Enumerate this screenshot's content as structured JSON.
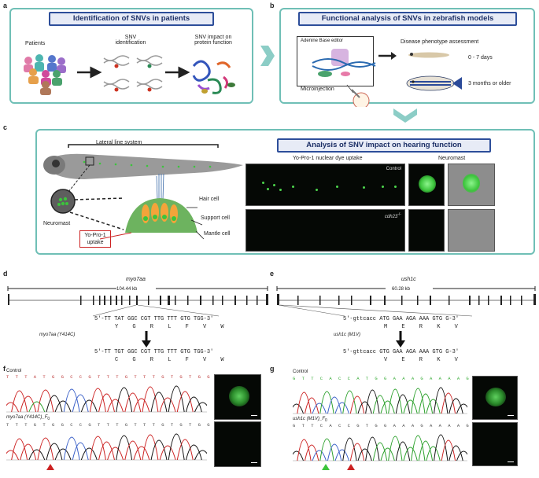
{
  "labels": {
    "a": "a",
    "b": "b",
    "c": "c",
    "d": "d",
    "e": "e",
    "f": "f",
    "g": "g"
  },
  "panel_a": {
    "title": "Identification of SNVs in patients",
    "patients": "Patients",
    "snv_id": "SNV\nidentification",
    "snv_impact": "SNV impact on\nprotein function"
  },
  "panel_b": {
    "title": "Functional analysis of SNVs in zebrafish models",
    "abe": "Adenine Base editor",
    "microinjection": "Microinjection",
    "disease": "Disease phenotype assessment",
    "days": "0 - 7 days",
    "months": "3 months or older"
  },
  "panel_c": {
    "lateral_line": "Lateral line system",
    "neuromast": "Neuromast",
    "yopro": "Yo-Pro-1\nuptake",
    "hair_cell": "Hair cell",
    "support_cell": "Support cell",
    "mantle_cell": "Mantle cell",
    "title": "Analysis of SNV impact on hearing function",
    "dye": "Yo-Pro-1 nuclear dye uptake",
    "neuromast_col": "Neuromast",
    "control": "Control",
    "mutant": "cdh23"
  },
  "panel_d": {
    "gene": "myo7aa",
    "size": "104.44 kb",
    "seq_top": "5'-TT TAT GGC CGT TTG TTT GTG TGG-3'",
    "aa_top": "Y G R L F V W",
    "variant": "myo7aa (Y414C)",
    "seq_bottom": "5'-TT TGT GGC CGT TTG TTT GTG TGG-3'",
    "aa_bottom": "C G R L F V W"
  },
  "panel_e": {
    "gene": "ush1c",
    "size": "60.28 kb",
    "seq_top": "5'-gttcacc ATG GAA AGA AAA GTG G-3'",
    "aa_top": "M E R K V",
    "variant": "ush1c (M1V)",
    "seq_bottom": "5'-gttcacc GTG GAA AGA AAA GTG G-3'",
    "aa_bottom": "V E R K V"
  },
  "panel_f": {
    "control": "Control",
    "mutant": "myo7aa (Y414C)_F",
    "bases_top": "T T T A T G G C C G T T T G T T T G T G T G G",
    "bases_bot": "T T T G T G G C C G T T T G T T T G T G T G G"
  },
  "panel_g": {
    "control": "Control",
    "mutant": "ush1c (M1V)_F",
    "bases_top": "G T T C A C C A T G G A A A G A A A A G T G G",
    "bases_bot": "G T T C A C C G T G G A A A G A A A A G T G G"
  },
  "colors": {
    "teal": "#6fbfb6",
    "navy": "#2d4e9a",
    "red": "#cc2222",
    "green": "#3cc43c",
    "blue": "#3a60c8"
  }
}
